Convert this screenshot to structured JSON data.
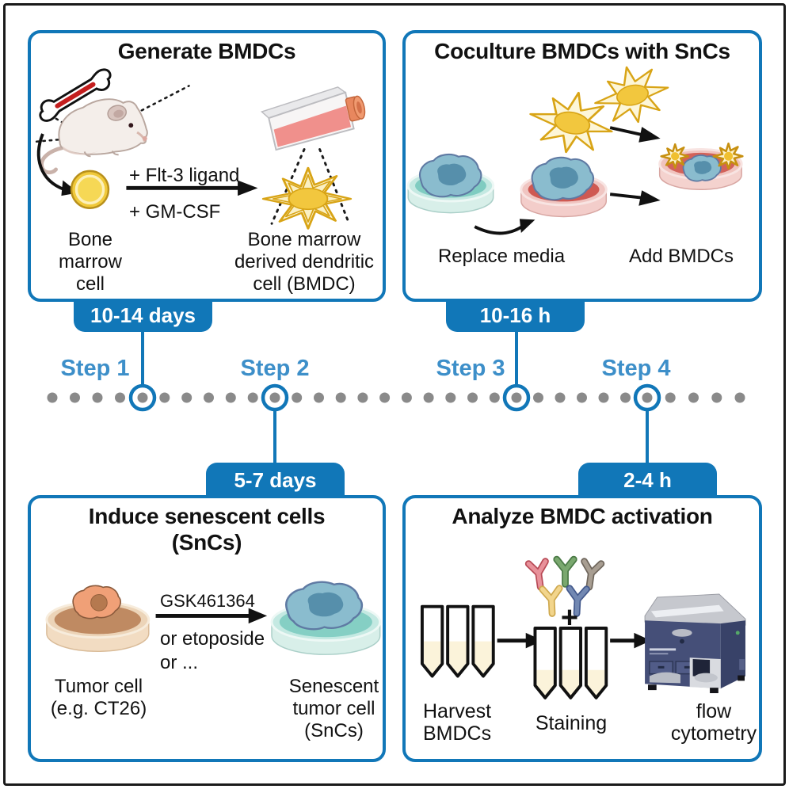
{
  "colors": {
    "accent": "#1177b8",
    "step_label": "#3d8fc9",
    "timeline_dot": "#8a8a8a",
    "badge_text": "#ffffff",
    "text": "#1a1a1a"
  },
  "panels": {
    "generate": {
      "title": "Generate BMDCs",
      "bone_marrow_cell_label": "Bone\nmarrow\ncell",
      "factor1": "+ Flt-3 ligand",
      "factor2": "+ GM-CSF",
      "bmdc_label": "Bone marrow\nderived dendritic\ncell (BMDC)",
      "illustrations": [
        "mouse",
        "bone",
        "bone-marrow-cell",
        "culture-flask",
        "dendritic-cell"
      ]
    },
    "coculture": {
      "title": "Coculture BMDCs with SnCs",
      "replace_media_label": "Replace media",
      "add_bmdcs_label": "Add BMDCs",
      "illustrations": [
        "dendritic-cells",
        "teal-petri-dish",
        "red-petri-dish",
        "coculture-petri-dish"
      ]
    },
    "induce": {
      "title": "Induce senescent cells\n(SnCs)",
      "drug1": "GSK461364",
      "drug2": "or etoposide",
      "drug3": "or ...",
      "tumor_cell_label": "Tumor cell\n(e.g. CT26)",
      "senescent_label": "Senescent\ntumor cell\n(SnCs)",
      "illustrations": [
        "tumor-petri-dish",
        "senescent-petri-dish"
      ]
    },
    "analyze": {
      "title": "Analyze BMDC activation",
      "plus": "+",
      "harvest_label": "Harvest\nBMDCs",
      "staining_label": "Staining",
      "flow_label": "flow\ncytometry",
      "illustrations": [
        "sample-tubes",
        "antibodies",
        "flow-cytometer"
      ]
    }
  },
  "timeline": {
    "steps": [
      {
        "label": "Step 1"
      },
      {
        "label": "Step 2"
      },
      {
        "label": "Step 3"
      },
      {
        "label": "Step 4"
      }
    ],
    "badges": [
      {
        "label": "10-14 days",
        "position": "top"
      },
      {
        "label": "10-16 h",
        "position": "top"
      },
      {
        "label": "5-7 days",
        "position": "bottom"
      },
      {
        "label": "2-4 h",
        "position": "bottom"
      }
    ]
  }
}
